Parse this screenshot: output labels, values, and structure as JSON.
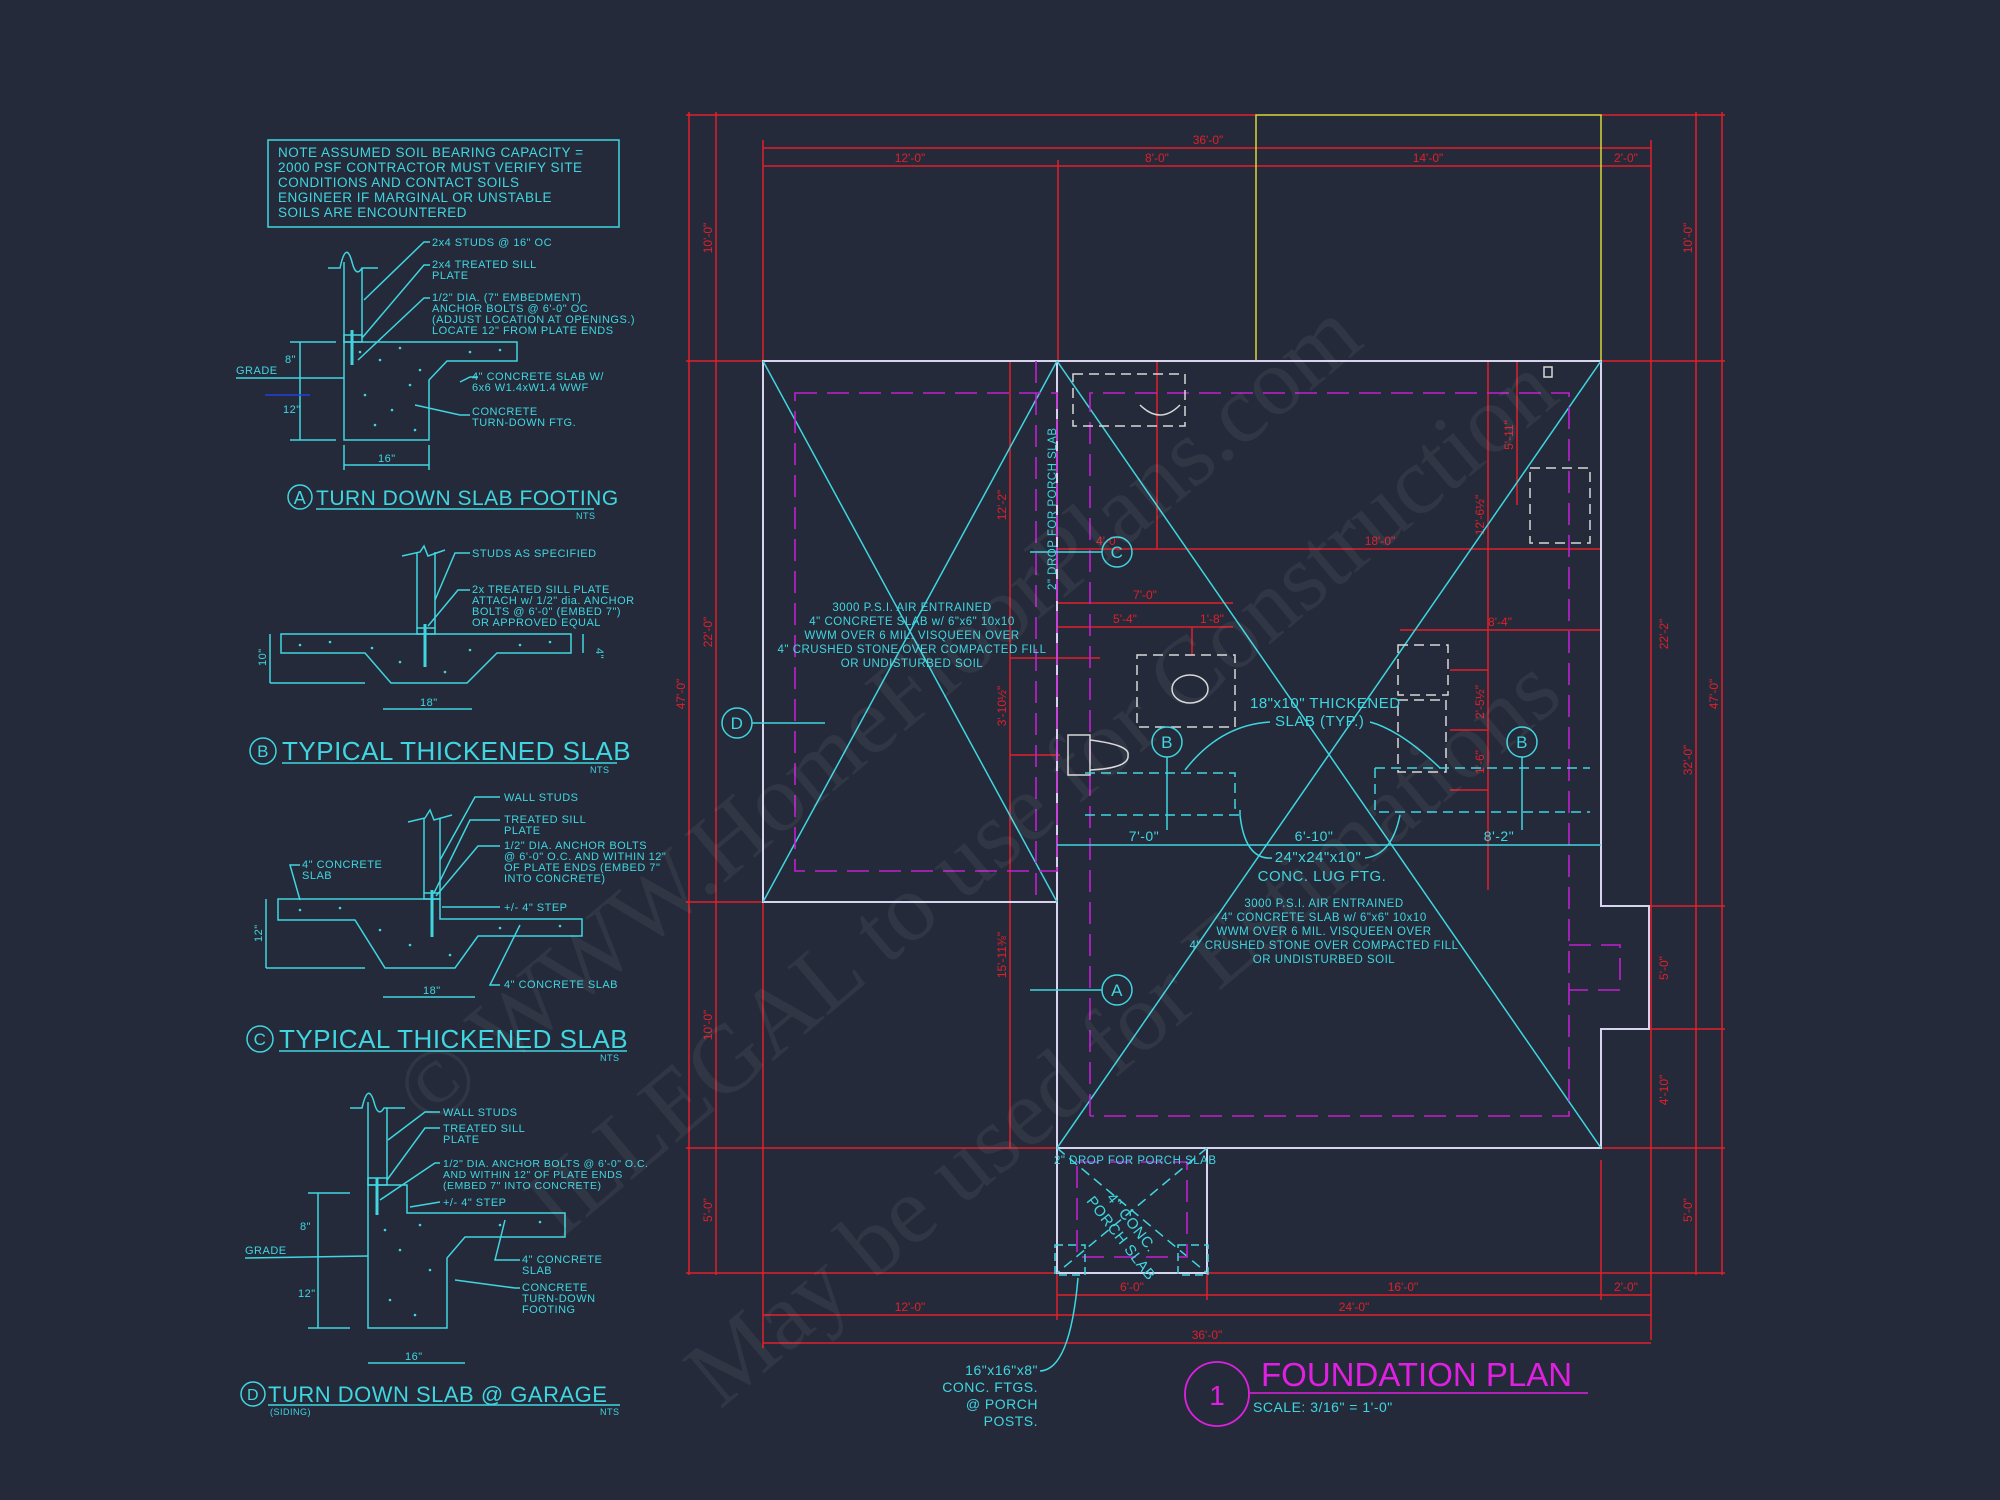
{
  "colors": {
    "background": "#252a3a",
    "annotation": "#3fd6e0",
    "dimension": "#e0202a",
    "title": "#e020e0",
    "wall": "#d8d4f0",
    "footing_outline": "#c020d0",
    "fixture": "#d8d8d8",
    "roof_outline": "#d6d63a"
  },
  "soil_note": [
    "NOTE ASSUMED SOIL BEARING CAPACITY =",
    "2000 PSF CONTRACTOR MUST VERIFY SITE",
    "CONDITIONS AND CONTACT SOILS",
    "ENGINEER IF MARGINAL OR UNSTABLE",
    "SOILS ARE ENCOUNTERED"
  ],
  "details": {
    "a": {
      "tag": "A",
      "title": "TURN DOWN SLAB FOOTING",
      "nts": "NTS",
      "grade": "GRADE",
      "dims": [
        "8\"",
        "12\"",
        "16\""
      ],
      "labels": [
        "2x4 STUDS @ 16\" OC",
        "2x4 TREATED SILL",
        "PLATE",
        "1/2\" DIA. (7\" EMBEDMENT)",
        "ANCHOR BOLTS @ 6'-0\" OC",
        "(ADJUST LOCATION AT OPENINGS.)",
        "LOCATE 12\" FROM PLATE ENDS",
        "4\" CONCRETE SLAB W/",
        "6x6 W1.4xW1.4 WWF",
        "CONCRETE",
        "TURN-DOWN FTG."
      ]
    },
    "b": {
      "tag": "B",
      "title": "TYPICAL THICKENED SLAB",
      "nts": "NTS",
      "dims": [
        "10\"",
        "4\"",
        "18\""
      ],
      "labels": [
        "STUDS AS SPECIFIED",
        "2x TREATED SILL PLATE",
        "ATTACH w/ 1/2\" dia. ANCHOR",
        "BOLTS @ 6'-0\" (EMBED 7\")",
        "OR APPROVED EQUAL"
      ]
    },
    "c": {
      "tag": "C",
      "title": "TYPICAL THICKENED SLAB",
      "nts": "NTS",
      "dims": [
        "12\"",
        "18\""
      ],
      "labels": [
        "WALL STUDS",
        "TREATED SILL",
        "PLATE",
        "1/2\" DIA. ANCHOR BOLTS",
        "@ 6'-0\" O.C. AND WITHIN 12\"",
        "OF PLATE ENDS (EMBED 7\"",
        "INTO CONCRETE)",
        "+/- 4\" STEP",
        "4\" CONCRETE SLAB",
        "4\" CONCRETE",
        "SLAB"
      ]
    },
    "d": {
      "tag": "D",
      "title": "TURN DOWN SLAB @ GARAGE",
      "subtitle": "(SIDING)",
      "nts": "NTS",
      "grade": "GRADE",
      "dims": [
        "8\"",
        "12\"",
        "16\""
      ],
      "labels": [
        "WALL STUDS",
        "TREATED SILL",
        "PLATE",
        "1/2\" DIA. ANCHOR BOLTS @ 6'-0\" O.C.",
        "AND WITHIN 12\" OF PLATE ENDS",
        "(EMBED 7\" INTO CONCRETE)",
        "+/- 4\" STEP",
        "4\" CONCRETE",
        "SLAB",
        "CONCRETE",
        "TURN-DOWN",
        "FOOTING"
      ]
    }
  },
  "plan": {
    "dims_top": {
      "overall": "36'-0\"",
      "segments": [
        "12'-0\"",
        "8'-0\"",
        "14'-0\"",
        "2'-0\""
      ],
      "inner": [
        "4'-0\"",
        "18'-0\""
      ]
    },
    "dims_bottom": {
      "row1": [
        "6'-0\"",
        "16'-0\"",
        "2'-0\""
      ],
      "row2": [
        "12'-0\"",
        "24'-0\""
      ],
      "overall": "36'-0\""
    },
    "dims_left": {
      "segments": [
        "10'-0\"",
        "22'-0\"",
        "10'-0\"",
        "5'-0\""
      ],
      "overall": "47'-0\""
    },
    "dims_right": {
      "segments": [
        "10'-0\"",
        "22'-2\"",
        "5'-0\"",
        "4'-10\"",
        "5'-0\""
      ],
      "mid": "32'-0\"",
      "overall": "47'-0\""
    },
    "dims_interior": [
      "12'-2\"",
      "3'-10½\"",
      "15'-11⅜\"",
      "7'-0\"",
      "5'-4\"",
      "1'-8\"",
      "8'-4\"",
      "12'-6½\"",
      "5'-11\"",
      "2'-5½\"",
      "1'-6\""
    ],
    "lug_dims": [
      "7'-0\"",
      "6'-10\"",
      "8'-2\""
    ],
    "slab_note": [
      "3000 P.S.I. AIR ENTRAINED",
      "4\" CONCRETE SLAB w/ 6\"x6\" 10x10",
      "WWM OVER 6 MIL. VISQUEEN OVER",
      "4\" CRUSHED STONE OVER COMPACTED FILL",
      "OR UNDISTURBED SOIL"
    ],
    "drop_note": "2\" DROP FOR PORCH SLAB",
    "thickened_note": [
      "18\"x10\" THICKENED",
      "SLAB (TYP.)"
    ],
    "lug_note": [
      "24\"x24\"x10\"",
      "CONC. LUG FTG."
    ],
    "porch_note": [
      "4\" CONC.",
      "PORCH SLAB"
    ],
    "porch_ftg_note": [
      "16\"x16\"x8\"",
      "CONC. FTGS.",
      "@ PORCH",
      "POSTS."
    ],
    "callouts": [
      "A",
      "B",
      "C",
      "D"
    ]
  },
  "title": {
    "number": "1",
    "label": "FOUNDATION PLAN",
    "scale": "SCALE: 3/16\" = 1'-0\""
  },
  "watermark": [
    "© WWW.HomeFloorPlans.com",
    "ILLEGAL to use for Construction",
    "May be used for Estimations"
  ]
}
